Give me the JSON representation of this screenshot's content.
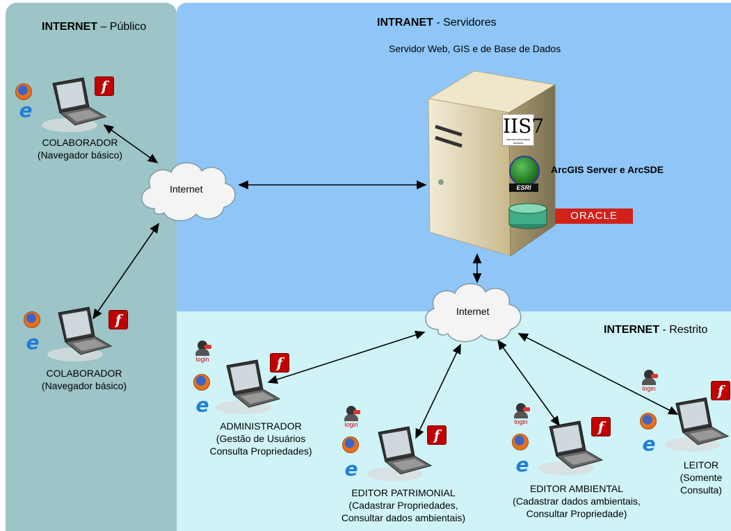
{
  "zones": {
    "public": {
      "bold": "INTERNET",
      "rest": " – Público"
    },
    "intranet": {
      "bold": "INTRANET",
      "rest": " - Servidores"
    },
    "restricted": {
      "bold": "INTERNET",
      "rest": " - Restrito"
    }
  },
  "server": {
    "caption": "Servidor Web, GIS e de Base de Dados",
    "iis_label": "IIS7",
    "iis_sub": "internet information services",
    "esri_label": "ESRI",
    "arcgis_label": "ArcGIS Server e ArcSDE",
    "oracle_label": "ORACLE"
  },
  "clouds": {
    "left": "Internet",
    "right": "Internet"
  },
  "icons": {
    "flash_glyph": "f",
    "ie_glyph": "e",
    "login_text": "login"
  },
  "users": {
    "colab1": {
      "line1": "COLABORADOR",
      "line2": "(Navegador básico)"
    },
    "colab2": {
      "line1": "COLABORADOR",
      "line2": "(Navegador básico)"
    },
    "admin": {
      "line1": "ADMINISTRADOR",
      "line2": "(Gestão de Usuários",
      "line3": "Consulta Propriedades)"
    },
    "patrimonial": {
      "line1": "EDITOR PATRIMONIAL",
      "line2": "(Cadastrar Propriedades,",
      "line3": "Consultar dados ambientais)"
    },
    "ambiental": {
      "line1": "EDITOR AMBIENTAL",
      "line2": "(Cadastrar dados ambientais,",
      "line3": "Consultar Propriedade)"
    },
    "leitor": {
      "line1": "LEITOR",
      "line2": "(Somente",
      "line3": "Consulta)"
    }
  }
}
